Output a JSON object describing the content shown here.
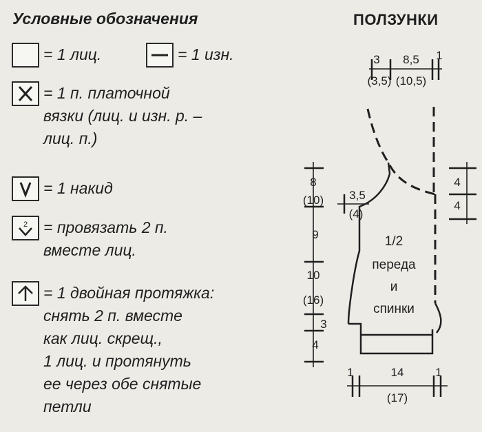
{
  "legend": {
    "title": "Условные обозначения",
    "items": [
      {
        "icon": "empty-square-icon",
        "text": "= 1 лиц."
      },
      {
        "icon": "dash-square-icon",
        "text": "= 1 изн."
      },
      {
        "icon": "cross-square-icon",
        "text": "= 1 п. платочной\nвязки (лиц. и изн. р. –\nлиц. п.)"
      },
      {
        "icon": "v-square-icon",
        "text": "= 1 накид"
      },
      {
        "icon": "knit-two-together-icon",
        "text": "= провязать 2 п.\nвместе лиц."
      },
      {
        "icon": "double-decrease-icon",
        "text": "= 1 двойная протяжка:\nснять 2 п. вместе\nкак лиц. скрещ.,\n1 лиц. и протянуть\nее через обе снятые\nпетли"
      }
    ],
    "knit_two_symbol": "2"
  },
  "schema": {
    "title": "ПОЛЗУНКИ",
    "top_dims": {
      "left": "3",
      "left_alt": "(3,5)",
      "mid": "8,5",
      "mid_alt": "(10,5)",
      "right": "1"
    },
    "left_dims": {
      "d1": "8",
      "d1_alt": "(10)",
      "d2": "9",
      "d3": "10",
      "d3_alt": "(16)",
      "d4": "3",
      "d5": "4"
    },
    "inner_dim": {
      "value": "3,5",
      "alt": "(4)"
    },
    "right_dims": {
      "r1": "4",
      "r2": "4"
    },
    "bottom_dims": {
      "left": "1",
      "mid": "14",
      "mid_alt": "(17)",
      "right": "1"
    },
    "piece_label": {
      "line1": "1/2",
      "line2": "переда",
      "line3": "и",
      "line4": "спинки"
    }
  }
}
